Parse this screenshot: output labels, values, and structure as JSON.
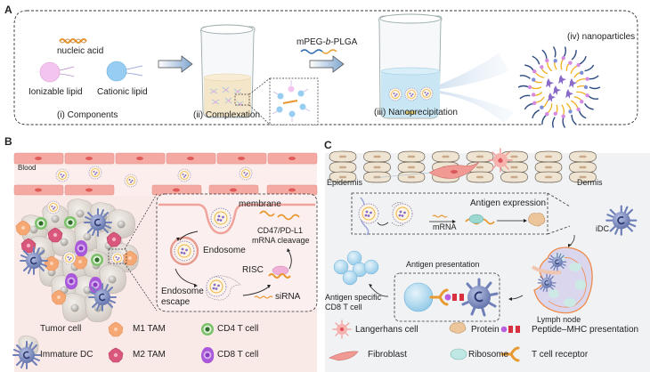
{
  "panels": {
    "a": {
      "letter": "A",
      "labels": {
        "nucleic_acid": "nucleic acid",
        "ionizable_lipid": "Ionizable lipid",
        "cationic_lipid": "Cationic lipid",
        "components": "(i) Components",
        "complexation": "(ii) Complexation",
        "polymer": "mPEG-b-PLGA",
        "nanoprecipitation": "(iii) Nanoprecipitation",
        "nanoparticles": "(iv) nanoparticles"
      }
    },
    "b": {
      "letter": "B",
      "labels": {
        "blood": "Blood",
        "membrane": "membrane",
        "cd47": "CD47/PD-L1",
        "mrna_cleavage": "mRNA cleavage",
        "endosome": "Endosome",
        "risc": "RISC",
        "endosome_escape_1": "Endosome",
        "endosome_escape_2": "escape",
        "sirna": "siRNA"
      },
      "legend": [
        {
          "icon": "tumor-cell-icon",
          "label": "Tumor cell"
        },
        {
          "icon": "m1-tam-icon",
          "label": "M1 TAM"
        },
        {
          "icon": "cd4-t-cell-icon",
          "label": "CD4 T cell"
        },
        {
          "icon": "immature-dc-icon",
          "label": "Immature DC"
        },
        {
          "icon": "m2-tam-icon",
          "label": "M2 TAM"
        },
        {
          "icon": "cd8-t-cell-icon",
          "label": "CD8 T cell"
        }
      ]
    },
    "c": {
      "letter": "C",
      "labels": {
        "epidermis": "Epidermis",
        "dermis": "Dermis",
        "antigen_expression": "Antigen expression",
        "mrna": "mRNA",
        "idc": "iDC",
        "lymph_node": "Lymph node",
        "antigen_presentation": "Antigen presentation",
        "antigen_specific_1": "Antigen specific",
        "antigen_specific_2": "CD8 T cell"
      },
      "legend": [
        {
          "icon": "langerhans-cell-icon",
          "label": "Langerhans cell"
        },
        {
          "icon": "protein-icon",
          "label": "Protein"
        },
        {
          "icon": "peptide-mhc-icon",
          "label": "Peptide–MHC presentation"
        },
        {
          "icon": "fibroblast-icon",
          "label": "Fibroblast"
        },
        {
          "icon": "ribosome-icon",
          "label": "Ribosome"
        },
        {
          "icon": "t-cell-receptor-icon",
          "label": "T cell receptor"
        }
      ]
    }
  },
  "colors": {
    "orange": "#e8962e",
    "pink_lipid": "#f2b8e8",
    "blue_lipid": "#8ccbf0",
    "blood_vessel": "#f4a6a0",
    "panel_b_bg": "#f9e7e6",
    "panel_c_bg": "#f1f2f4",
    "purple_np": "#8a6bc8",
    "navy_peg": "#2c4a80",
    "yellow_plga": "#f0b020"
  }
}
